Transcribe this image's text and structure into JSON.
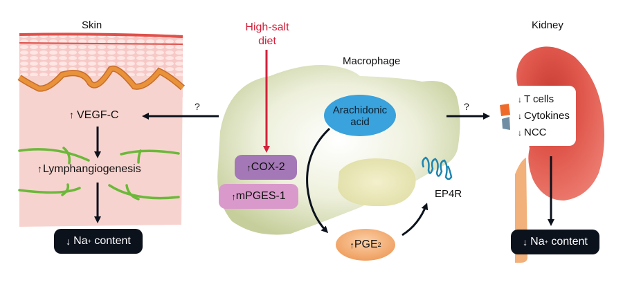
{
  "diagram": {
    "skin": {
      "title": "Skin",
      "vegf": {
        "arrow": "↑",
        "label": "VEGF-C"
      },
      "lymph": {
        "arrow": "↑",
        "label": "Lymphangiogenesis"
      },
      "na": {
        "arrow": "↓",
        "label": "Na",
        "sup": "+",
        "suffix": " content"
      }
    },
    "center": {
      "diet_line1": "High-salt",
      "diet_line2": "diet",
      "macrophage_title": "Macrophage",
      "arachidonic_line1": "Arachidonic",
      "arachidonic_line2": "acid",
      "cox2": {
        "arrow": "↑",
        "label": "COX-2"
      },
      "mpges": {
        "arrow": "↑",
        "label": "mPGES-1"
      },
      "pge": {
        "arrow": "↑",
        "label": "PGE",
        "sub": "2"
      },
      "receptor": "EP4R",
      "question_left": "?",
      "question_right": "?"
    },
    "kidney": {
      "title": "Kidney",
      "effects": [
        {
          "arrow": "↓",
          "label": "T cells"
        },
        {
          "arrow": "↓",
          "label": "Cytokines"
        },
        {
          "arrow": "↓",
          "label": "NCC"
        }
      ],
      "na": {
        "arrow": "↓",
        "label": "Na",
        "sup": "+",
        "suffix": " content"
      }
    },
    "colors": {
      "skin_bg": "#f7d3cf",
      "skin_line": "#e0504a",
      "dermis_wave": "#e8923a",
      "lymph_vessel": "#6cb83a",
      "diet_red": "#d4203a",
      "macrophage": "#d6dcb4",
      "arachidonic": "#3aa2dc",
      "cox2": "#a477b6",
      "mpges": "#d99acb",
      "pge": "#f0a060",
      "receptor": "#1f86b0",
      "kidney": "#d8473c",
      "ureter": "#f2b07a",
      "dark_box": "#0c121c"
    }
  }
}
